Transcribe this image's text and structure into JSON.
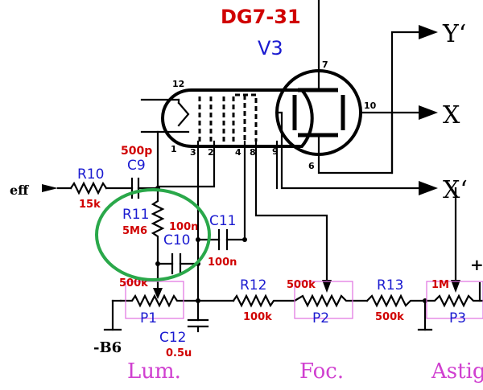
{
  "tube": {
    "type": "DG7-31",
    "designator": "V3"
  },
  "pins": [
    "12",
    "1",
    "3",
    "2",
    "4",
    "8",
    "9",
    "7",
    "10",
    "6"
  ],
  "outputs": {
    "y": "Y‘",
    "x": "X",
    "x2": "X‘"
  },
  "input_label": "eff",
  "resistors": {
    "r10": {
      "name": "R10",
      "value": "15k"
    },
    "r11": {
      "name": "R11",
      "value": "5M6"
    },
    "r12": {
      "name": "R12",
      "value": "100k"
    },
    "r13": {
      "name": "R13",
      "value": "500k"
    }
  },
  "capacitors": {
    "c9": {
      "name": "C9",
      "value": "500p"
    },
    "c10": {
      "name": "C10",
      "value": "100n"
    },
    "c11": {
      "name": "C11",
      "value": "100n"
    },
    "c12": {
      "name": "C12",
      "value": "0.5u"
    }
  },
  "pots": {
    "p1": {
      "name": "P1",
      "value": "500k"
    },
    "p2": {
      "name": "P2",
      "value": "500k"
    },
    "p3": {
      "name": "P3",
      "value": "1M"
    }
  },
  "supply": {
    "neg": "-B6",
    "pos": "+"
  },
  "controls": {
    "lum": "Lum.",
    "foc": "Foc.",
    "astig": "Astig"
  },
  "colors": {
    "red": "#d00000",
    "blue": "#1a1ad0",
    "magenta": "#d040d0",
    "highlight": "#2aa84a"
  }
}
